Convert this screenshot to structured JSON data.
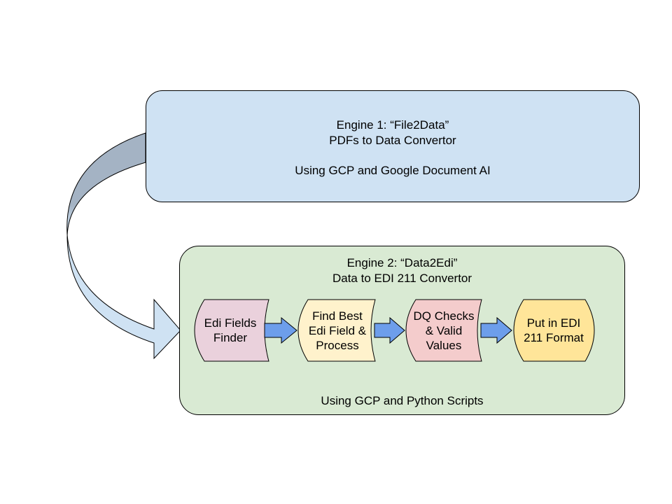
{
  "engine1": {
    "title": "Engine 1: “File2Data”",
    "subtitle": "PDFs to Data Convertor",
    "note": "Using GCP and Google Document AI",
    "fill": "#cfe2f3"
  },
  "engine2": {
    "title": "Engine 2: “Data2Edi”",
    "subtitle": "Data to EDI 211 Convertor",
    "note": "Using GCP and Python Scripts",
    "fill": "#d9ead3"
  },
  "steps": [
    {
      "line1": "Edi Fields",
      "line2": "Finder",
      "line3": "",
      "fill": "#ead1dc"
    },
    {
      "line1": "Find Best",
      "line2": "Edi Field &",
      "line3": "Process",
      "fill": "#fff2cc"
    },
    {
      "line1": "DQ Checks",
      "line2": "& Valid",
      "line3": "Values",
      "fill": "#f4cccc"
    },
    {
      "line1": "Put in EDI",
      "line2": "211 Format",
      "line3": "",
      "fill": "#ffe599"
    }
  ],
  "colors": {
    "step_arrow": "#6d9eeb",
    "curved_arrow_top": "#a4b3c4",
    "curved_arrow_bottom": "#cfe2f3"
  }
}
